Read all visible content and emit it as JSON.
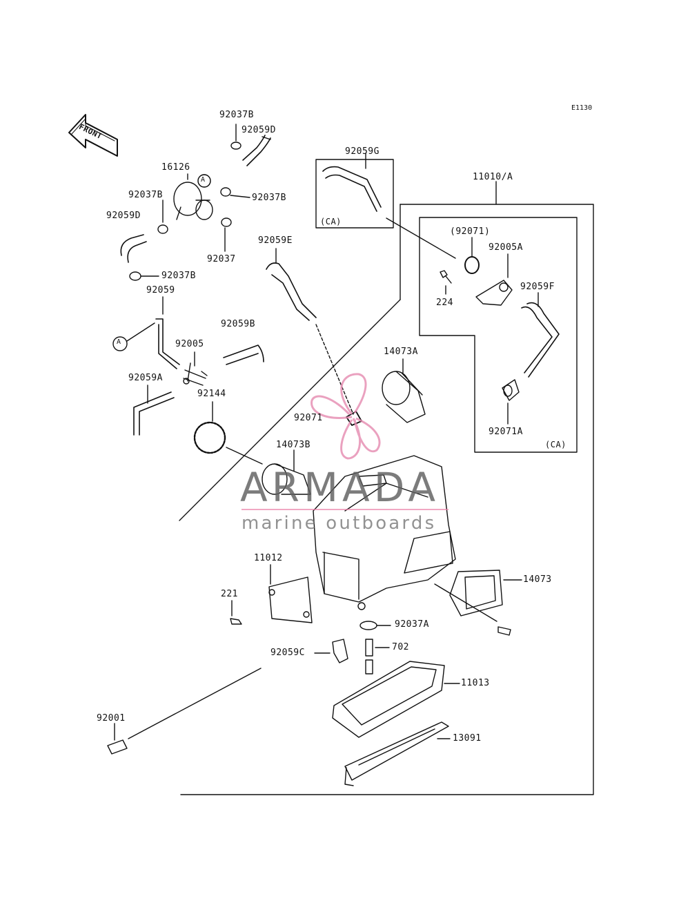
{
  "drawing_code": "E1130",
  "front_marker": "FRONT",
  "ref_marker": "A",
  "kit_note": "(CA)",
  "watermark": {
    "title": "ARMADA",
    "subtitle": "marine outboards",
    "accent_color": "#e58ab0"
  },
  "part_labels": {
    "p92037B_top": "92037B",
    "p92059D_top": "92059D",
    "p16126": "16126",
    "p92037B_left": "92037B",
    "p92037B_right": "92037B",
    "p92059D_left": "92059D",
    "p92037": "92037",
    "p92037B_bottom": "92037B",
    "p92059": "92059",
    "p92059E": "92059E",
    "p92059B": "92059B",
    "p92005": "92005",
    "p92059A": "92059A",
    "p92144": "92144",
    "p92059G": "92059G",
    "p11010A": "11010/A",
    "p92071_paren": "(92071)",
    "p92005A": "92005A",
    "p224": "224",
    "p92059F": "92059F",
    "p14073A": "14073A",
    "p92071": "92071",
    "p92071A": "92071A",
    "p14073B": "14073B",
    "p11012": "11012",
    "p221": "221",
    "p14073": "14073",
    "p92037A": "92037A",
    "p702": "702",
    "p92059C": "92059C",
    "p11013": "11013",
    "p92001": "92001",
    "p13091": "13091"
  }
}
